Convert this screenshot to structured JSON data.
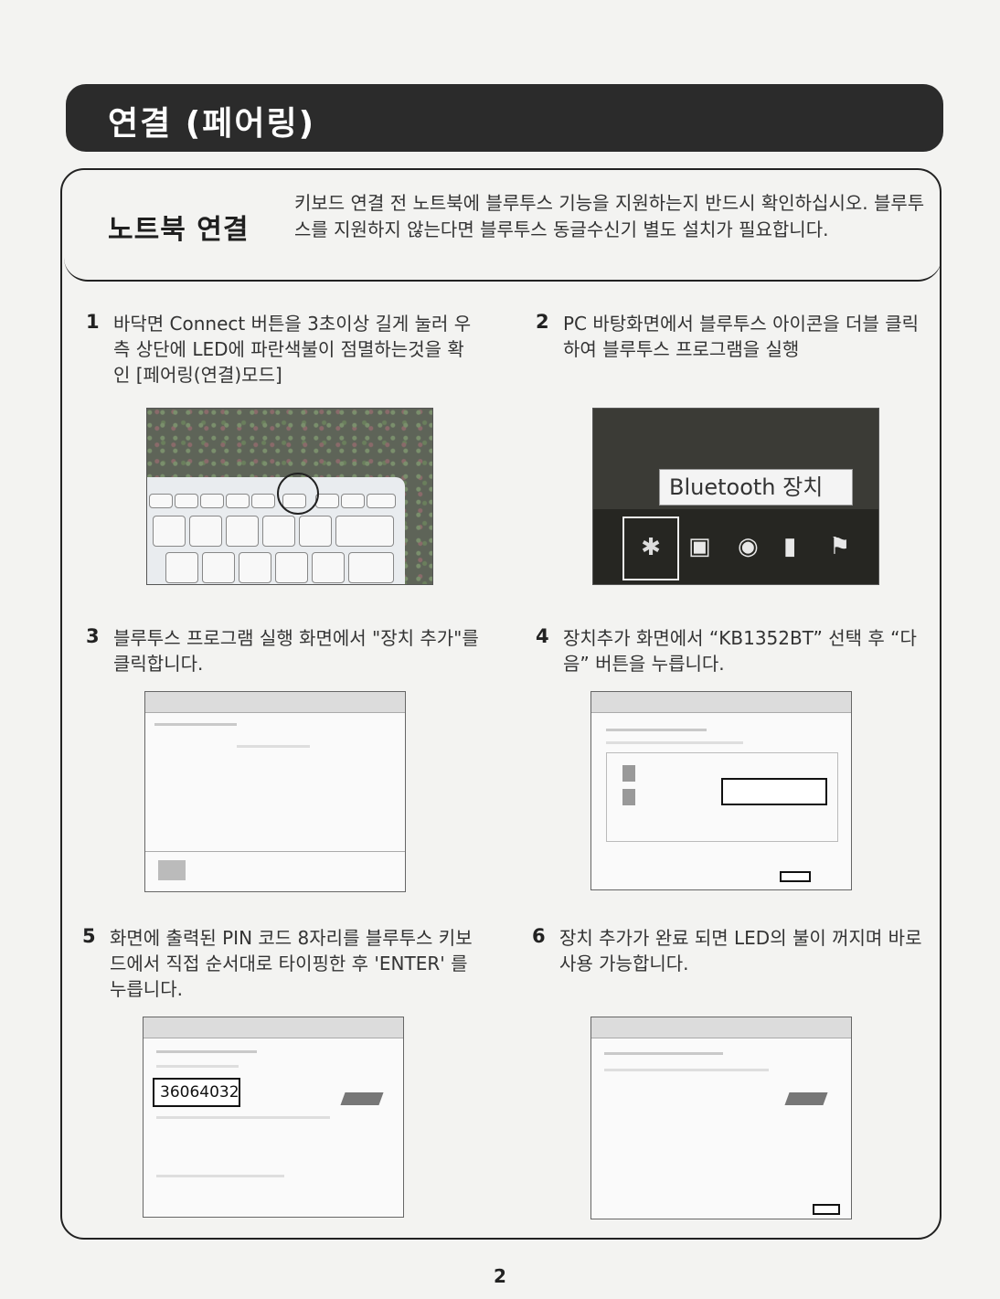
{
  "header": {
    "title": "연결 (페어링)"
  },
  "intro": {
    "label": "노트북 연결",
    "text": "키보드 연결 전 노트북에 블루투스 기능을 지원하는지 반드시 확인하십시오. 블루투스를 지원하지 않는다면 블루투스 동글수신기 별도 설치가 필요합니다."
  },
  "steps": [
    {
      "num": "1",
      "text": "바닥면 Connect 버튼을 3초이상 길게 눌러 우측 상단에 LED에 파란색불이 점멸하는것을 확인 [페어링(연결)모드]"
    },
    {
      "num": "2",
      "text": "PC 바탕화면에서 블루투스 아이콘을 더블 클릭하여 블루투스 프로그램을 실행"
    },
    {
      "num": "3",
      "text": "블루투스 프로그램 실행 화면에서 \"장치 추가\"를 클릭합니다."
    },
    {
      "num": "4",
      "text": "장치추가 화면에서 “KB1352BT” 선택 후 “다음” 버튼을 누릅니다."
    },
    {
      "num": "5",
      "text": "화면에 출력된 PIN 코드 8자리를 블루투스 키보드에서 직접 순서대로 타이핑한 후 'ENTER' 를 누릅니다."
    },
    {
      "num": "6",
      "text": "장치 추가가 완료 되면 LED의 불이 꺼지며 바로 사용 가능합니다."
    }
  ],
  "tooltip": {
    "text": "Bluetooth 장치"
  },
  "pin": {
    "code": "36064032"
  },
  "footer": {
    "page": "2"
  },
  "colors": {
    "header_bg": "#2b2b2b",
    "border": "#222222"
  },
  "icons": [
    "bluetooth-icon",
    "power-plug-icon",
    "clock-icon",
    "signal-bars-icon",
    "flag-icon"
  ]
}
